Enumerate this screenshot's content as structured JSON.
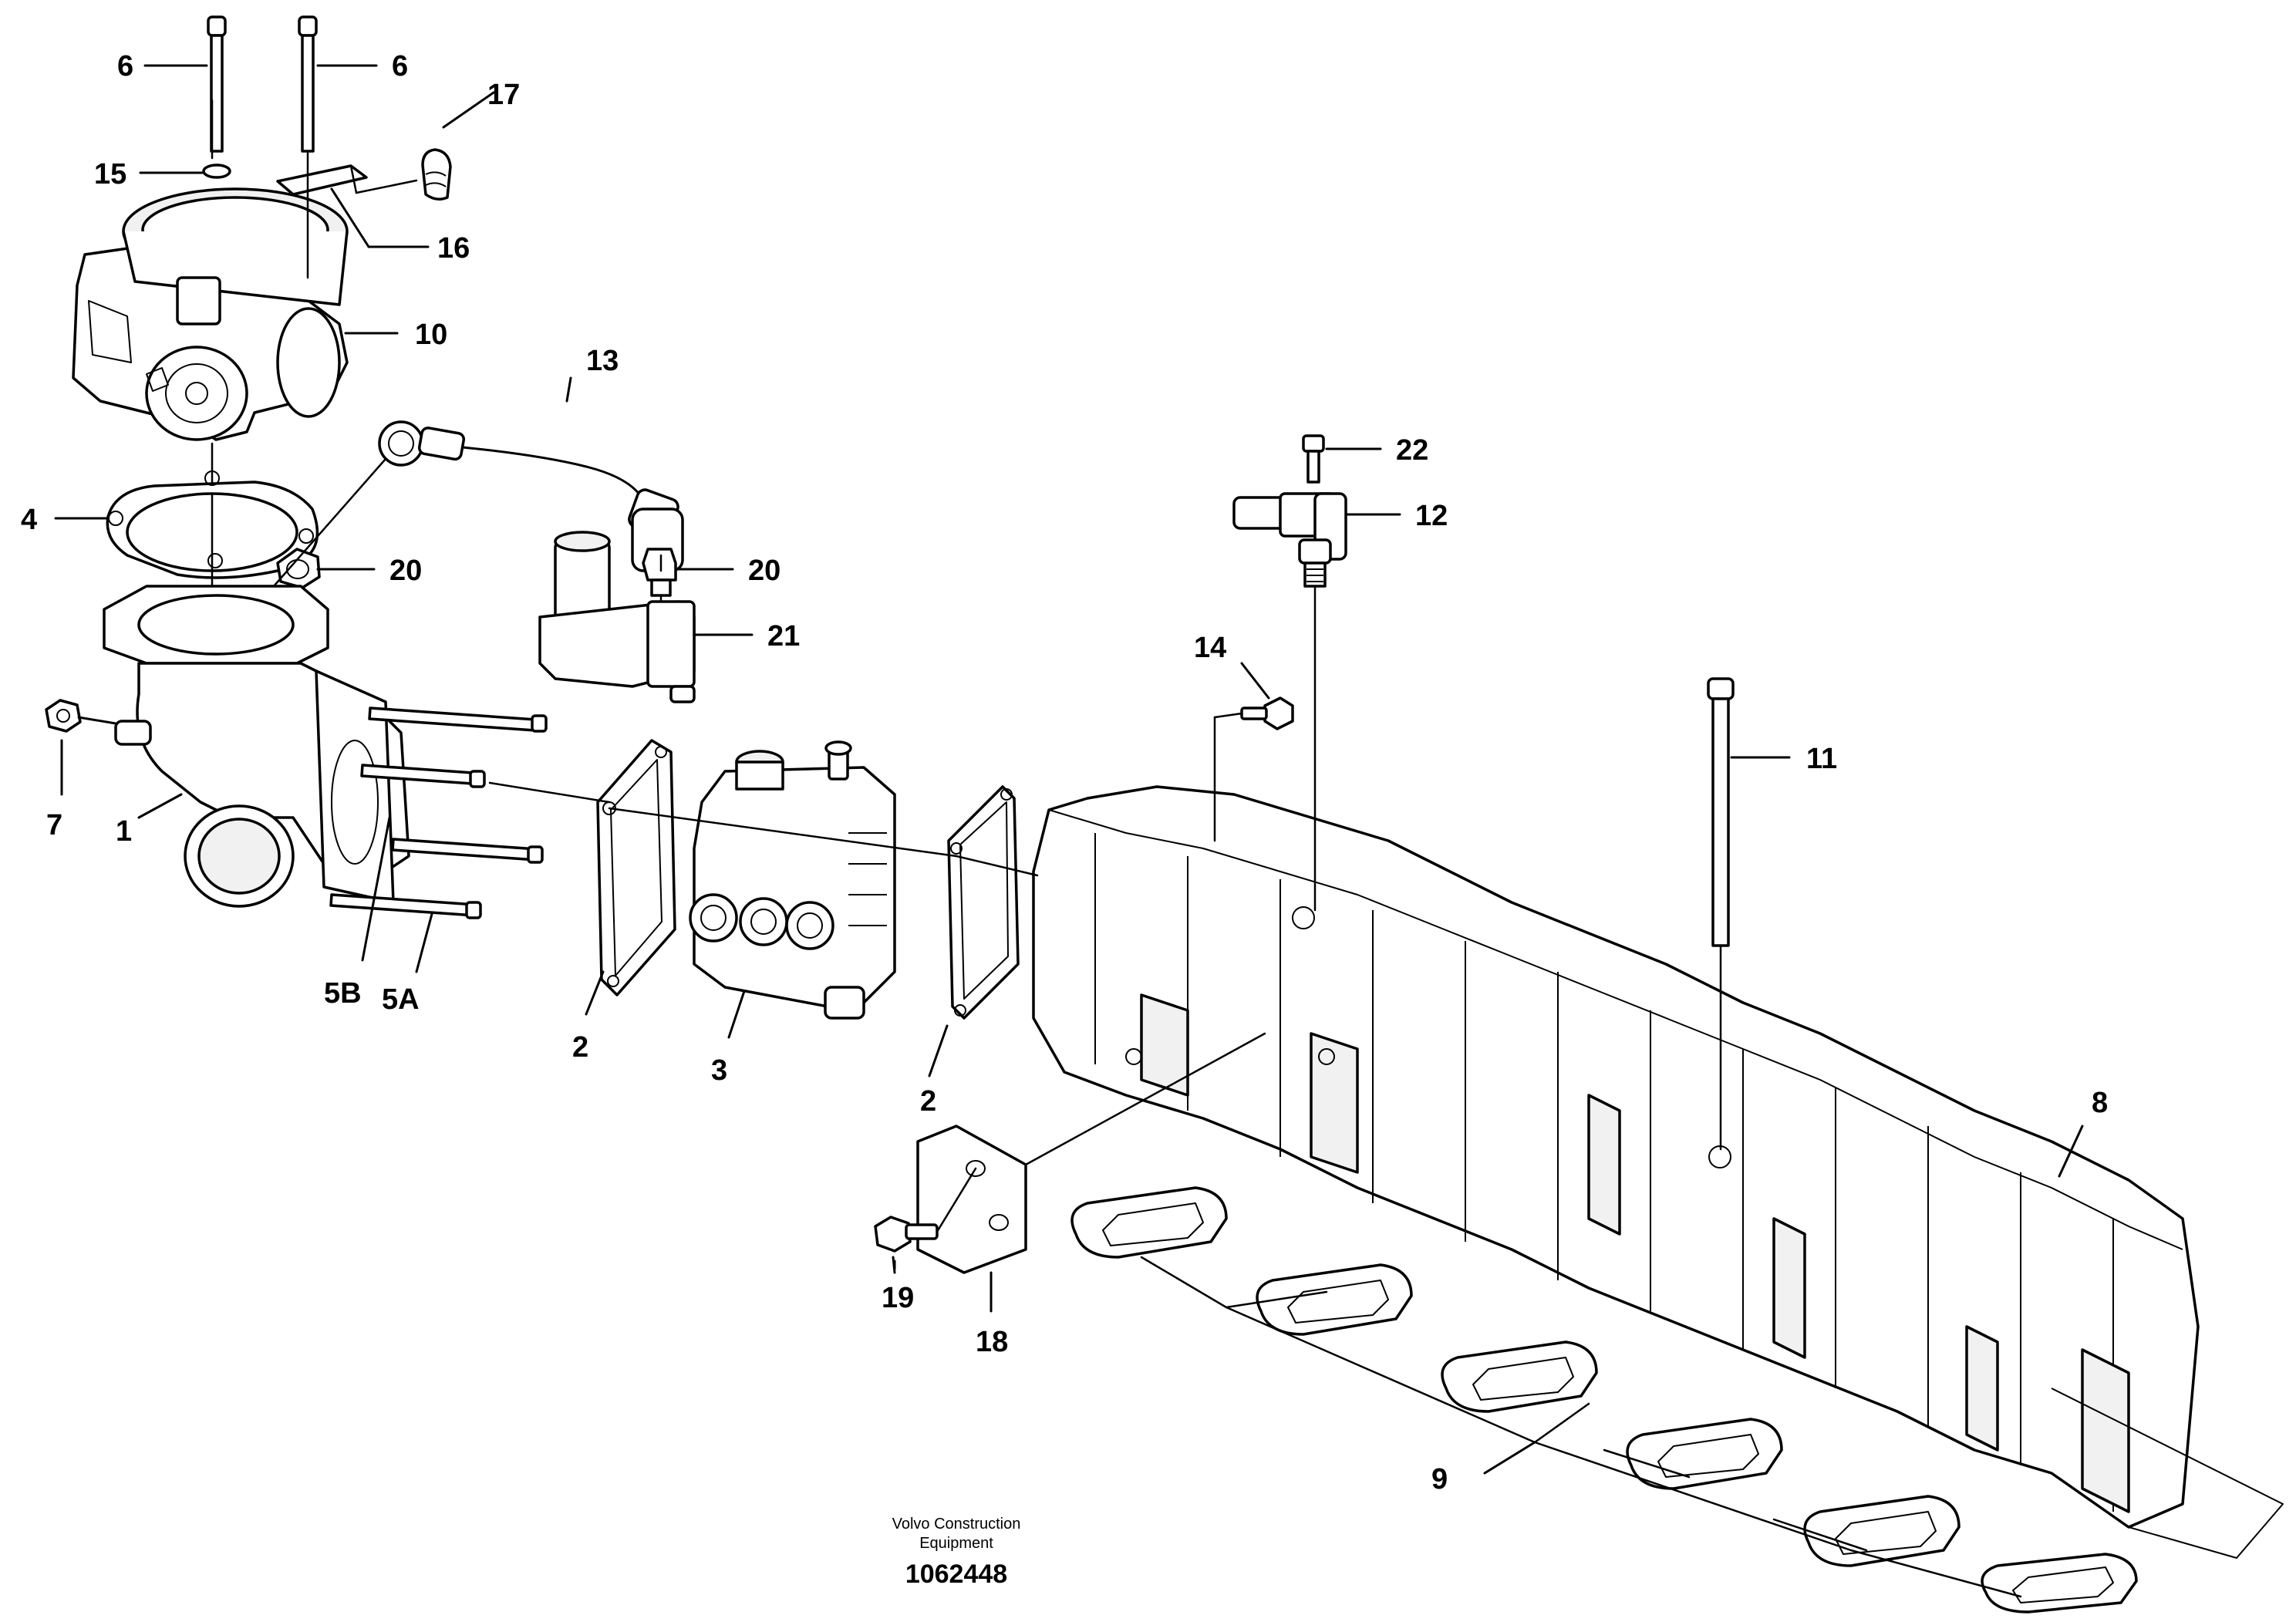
{
  "callouts": [
    {
      "key": "c1",
      "text": "1"
    },
    {
      "key": "c2a",
      "text": "2"
    },
    {
      "key": "c2b",
      "text": "2"
    },
    {
      "key": "c3",
      "text": "3"
    },
    {
      "key": "c4",
      "text": "4"
    },
    {
      "key": "c5a",
      "text": "5A"
    },
    {
      "key": "c5b",
      "text": "5B"
    },
    {
      "key": "c6a",
      "text": "6"
    },
    {
      "key": "c6b",
      "text": "6"
    },
    {
      "key": "c7",
      "text": "7"
    },
    {
      "key": "c8",
      "text": "8"
    },
    {
      "key": "c9",
      "text": "9"
    },
    {
      "key": "c10",
      "text": "10"
    },
    {
      "key": "c11",
      "text": "11"
    },
    {
      "key": "c12",
      "text": "12"
    },
    {
      "key": "c13",
      "text": "13"
    },
    {
      "key": "c14",
      "text": "14"
    },
    {
      "key": "c15",
      "text": "15"
    },
    {
      "key": "c16",
      "text": "16"
    },
    {
      "key": "c17",
      "text": "17"
    },
    {
      "key": "c18",
      "text": "18"
    },
    {
      "key": "c19",
      "text": "19"
    },
    {
      "key": "c20a",
      "text": "20"
    },
    {
      "key": "c20b",
      "text": "20"
    },
    {
      "key": "c21",
      "text": "21"
    },
    {
      "key": "c22",
      "text": "22"
    }
  ],
  "footer": {
    "brand_line1": "Volvo Construction",
    "brand_line2": "Equipment",
    "drawing_number": "1062448"
  }
}
